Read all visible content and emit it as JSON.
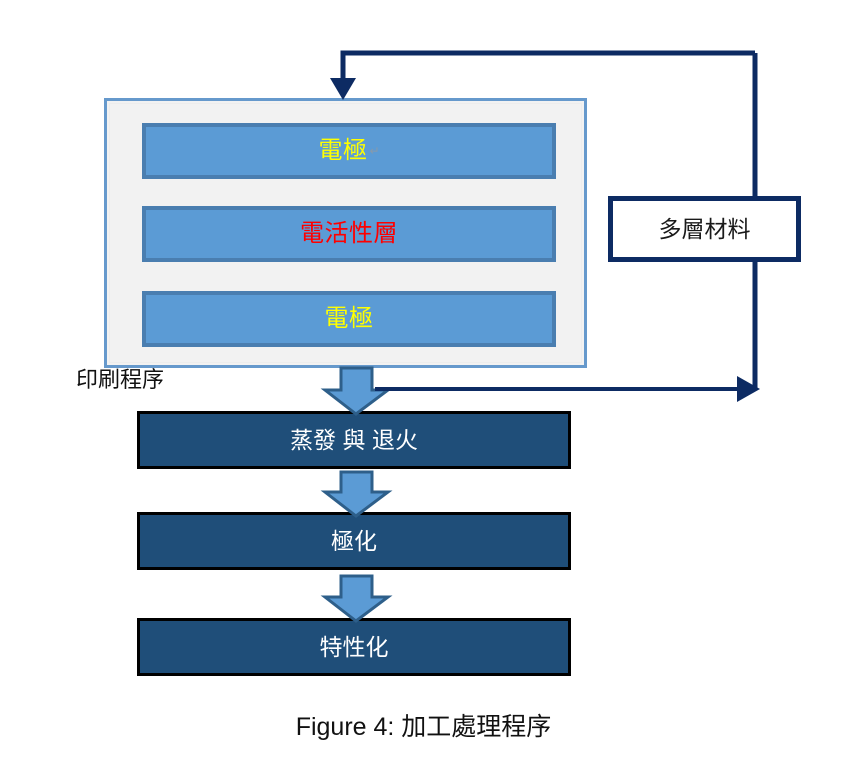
{
  "figure": {
    "caption": "Figure 4: 加工處理程序"
  },
  "colors": {
    "layer_fill": "#5B9BD5",
    "layer_border": "#4A7EB0",
    "container_fill": "#F2F2F2",
    "container_border": "#6699CC",
    "process_fill": "#1F4E79",
    "process_border": "#000000",
    "connector": "#0D2B63",
    "electrode_text": "#FFFF00",
    "active_layer_text": "#FF0000",
    "process_text": "#FFFFFF",
    "block_arrow_fill": "#5B9BD5",
    "block_arrow_border": "#2E5F8A"
  },
  "stack": {
    "name": "印刷程序",
    "side_label": "印刷程序",
    "layers": [
      {
        "label": "電極",
        "color_role": "electrode",
        "trailing_mark": "↵"
      },
      {
        "label": "電活性層",
        "color_role": "active",
        "trailing_mark": ""
      },
      {
        "label": "電極",
        "color_role": "electrode",
        "trailing_mark": ""
      }
    ]
  },
  "material": {
    "label": "多層材料"
  },
  "process_steps": [
    {
      "label": "蒸發 與 退火"
    },
    {
      "label": "極化"
    },
    {
      "label": "特性化"
    }
  ],
  "connectors": [
    {
      "name": "feedback-top",
      "description": "from multilayer material up and left into the printing stack",
      "direction": "down-into-stack"
    },
    {
      "name": "feedback-bottom",
      "description": "from below the printing stack right into the multilayer material column",
      "direction": "right"
    }
  ],
  "flow_arrows": [
    {
      "name": "arrow-stack-to-evaporation"
    },
    {
      "name": "arrow-evaporation-to-poling"
    },
    {
      "name": "arrow-poling-to-characterization"
    }
  ]
}
